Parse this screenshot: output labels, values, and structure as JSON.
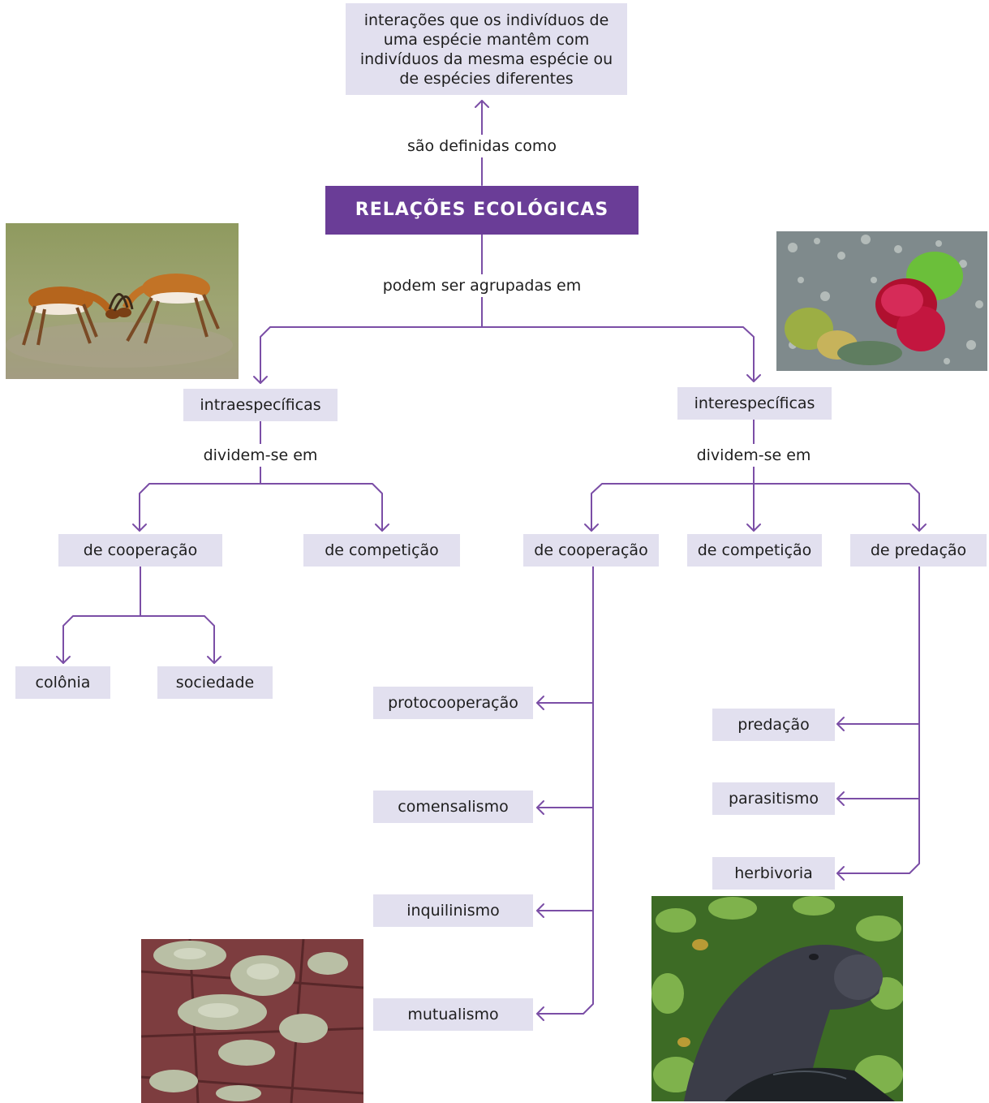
{
  "nodes": {
    "top": "interações que os indivíduos de uma espécie mantêm com indivíduos da mesma espécie ou de espécies diferentes",
    "root": "RELAÇÕES ECOLÓGICAS",
    "intra": "intraespecíficas",
    "inter": "interespecíficas",
    "intra_coop": "de cooperação",
    "intra_comp": "de competição",
    "colonia": "colônia",
    "sociedade": "sociedade",
    "inter_coop": "de cooperação",
    "inter_comp": "de competição",
    "inter_pred": "de predação",
    "protocooperacao": "protocooperação",
    "comensalismo": "comensalismo",
    "inquilinismo": "inquilinismo",
    "mutualismo": "mutualismo",
    "predacao": "predação",
    "parasitismo": "parasitismo",
    "herbivoria": "herbivoria"
  },
  "links": {
    "definidas": "são definidas como",
    "agrupadas": "podem ser agrupadas em",
    "dividem_intra": "dividem-se em",
    "dividem_inter": "dividem-se em"
  },
  "colors": {
    "line": "#7b4ea6",
    "box": "#e2e0ef",
    "root": "#6a3d97"
  },
  "photos": [
    {
      "name": "gazelles-photo"
    },
    {
      "name": "sea-anemone-photo"
    },
    {
      "name": "lichen-photo"
    },
    {
      "name": "manatee-photo"
    }
  ]
}
